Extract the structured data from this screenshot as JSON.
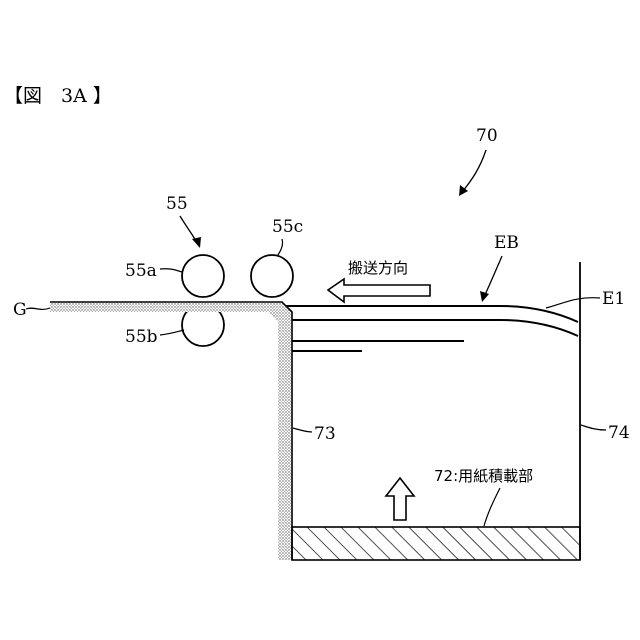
{
  "figure": {
    "caption": "【図　3A 】",
    "labels": {
      "assembly": "70",
      "roller_group": "55",
      "roller_a": "55a",
      "roller_b": "55b",
      "roller_c": "55c",
      "sheet_g": "G",
      "sheet_eb": "EB",
      "edge_e1": "E1",
      "wall_73": "73",
      "wall_74": "74",
      "stacking_part": "72:用紙積載部",
      "transport_direction": "搬送方向"
    }
  }
}
